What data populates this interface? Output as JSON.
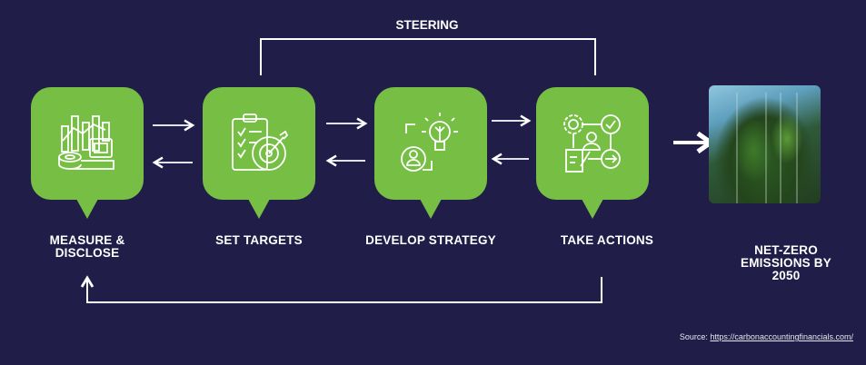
{
  "steering_label": "STEERING",
  "steps": [
    {
      "label": "MEASURE & DISCLOSE",
      "icon": "measure-chart-icon"
    },
    {
      "label": "SET TARGETS",
      "icon": "clipboard-target-icon"
    },
    {
      "label": "DEVELOP STRATEGY",
      "icon": "lightbulb-person-icon"
    },
    {
      "label": "TAKE ACTIONS",
      "icon": "workflow-actions-icon"
    }
  ],
  "outcome": {
    "label": "NET-ZERO EMISSIONS BY 2050"
  },
  "source": {
    "prefix": "Source: ",
    "url": "https://carbonaccountingfinancials.com/"
  },
  "colors": {
    "background": "#201d48",
    "box": "#76bf44",
    "line": "#ffffff"
  }
}
